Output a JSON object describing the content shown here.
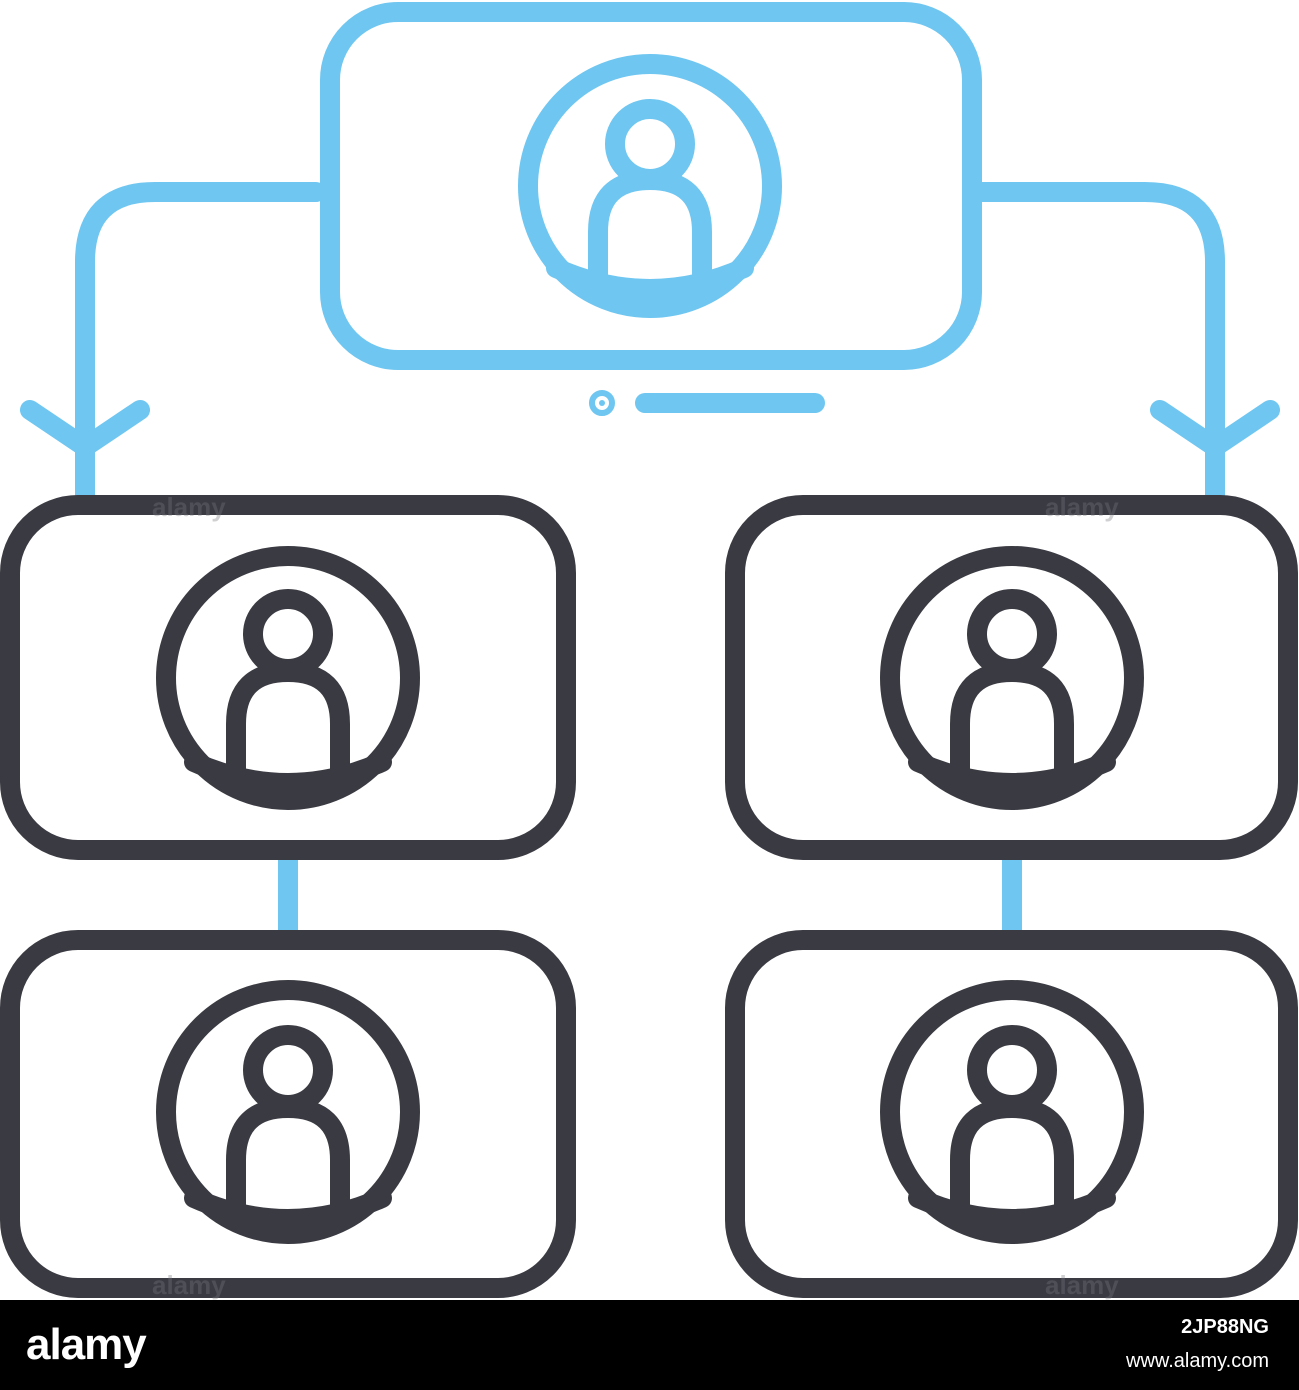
{
  "colors": {
    "accent": "#6ec6f1",
    "dark": "#3a3a42",
    "background": "#ffffff",
    "watermark_bg": "#000000",
    "watermark_text": "#ffffff"
  },
  "diagram": {
    "nodes": [
      {
        "id": "top",
        "role": "parent",
        "color": "accent",
        "icon": "person-icon"
      },
      {
        "id": "mid-left",
        "role": "child",
        "color": "dark",
        "icon": "person-icon"
      },
      {
        "id": "mid-right",
        "role": "child",
        "color": "dark",
        "icon": "person-icon"
      },
      {
        "id": "bottom-left",
        "role": "child",
        "color": "dark",
        "icon": "person-icon"
      },
      {
        "id": "bottom-right",
        "role": "child",
        "color": "dark",
        "icon": "person-icon"
      }
    ],
    "edges": [
      {
        "from": "top",
        "to": "mid-left",
        "style": "arrow",
        "color": "accent"
      },
      {
        "from": "top",
        "to": "mid-right",
        "style": "arrow",
        "color": "accent"
      },
      {
        "from": "mid-left",
        "to": "bottom-left",
        "style": "line",
        "color": "accent"
      },
      {
        "from": "mid-right",
        "to": "bottom-right",
        "style": "line",
        "color": "accent"
      }
    ]
  },
  "watermark": {
    "logo": "alamy",
    "faint_text": "alamy",
    "image_id": "2JP88NG",
    "url": "www.alamy.com"
  }
}
